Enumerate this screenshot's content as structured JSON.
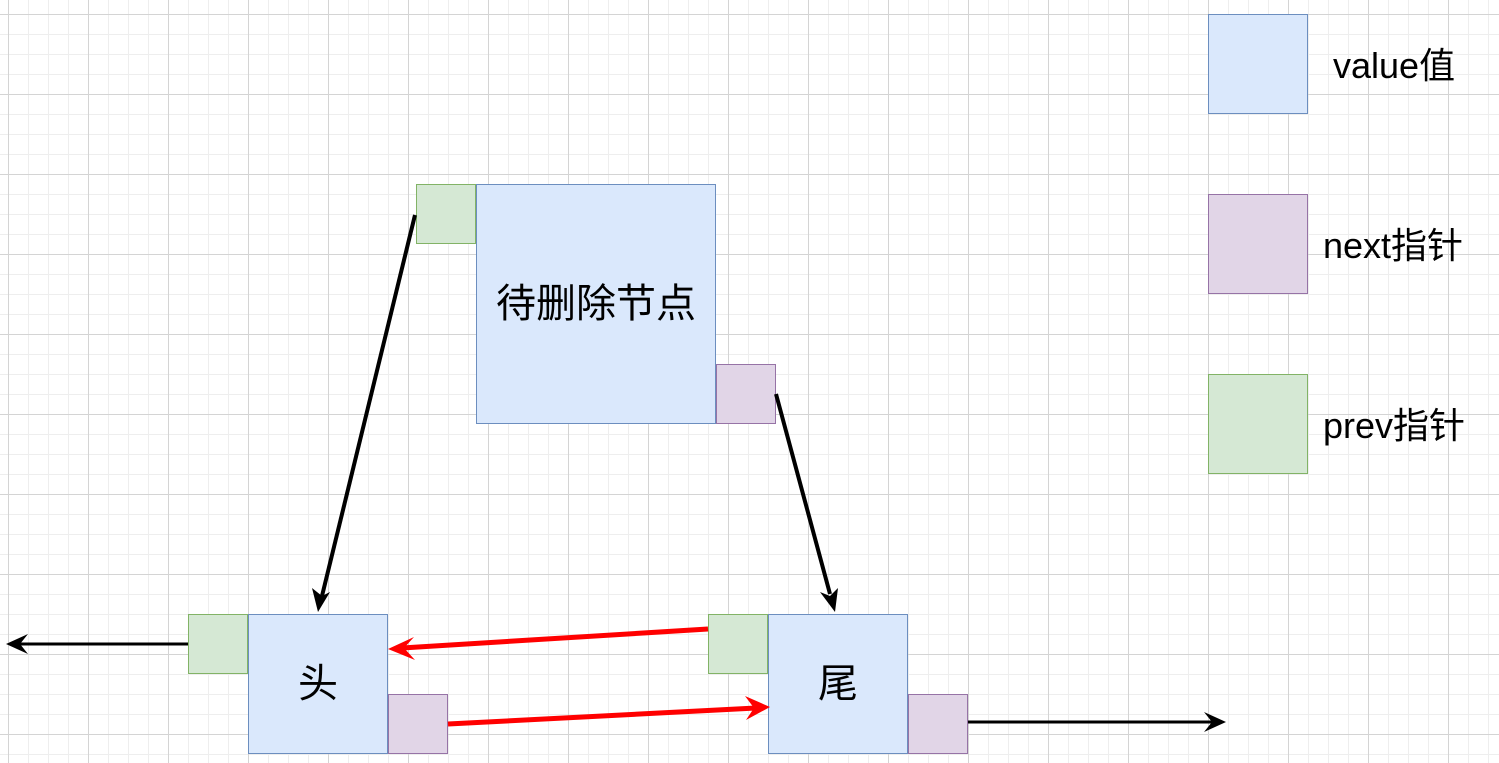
{
  "nodes": {
    "deleted": {
      "label": "待删除节点"
    },
    "head": {
      "label": "头"
    },
    "tail": {
      "label": "尾"
    }
  },
  "legend": {
    "value": {
      "label": "value值"
    },
    "next": {
      "label": "next指针"
    },
    "prev": {
      "label": "prev指针"
    }
  },
  "colors": {
    "value_fill": "#dae8fc",
    "value_stroke": "#6c8ebf",
    "next_fill": "#e1d5e7",
    "next_stroke": "#9673a6",
    "prev_fill": "#d5e8d4",
    "prev_stroke": "#82b366",
    "pointer_arrow": "#000000",
    "new_link_arrow": "#ff0000"
  }
}
